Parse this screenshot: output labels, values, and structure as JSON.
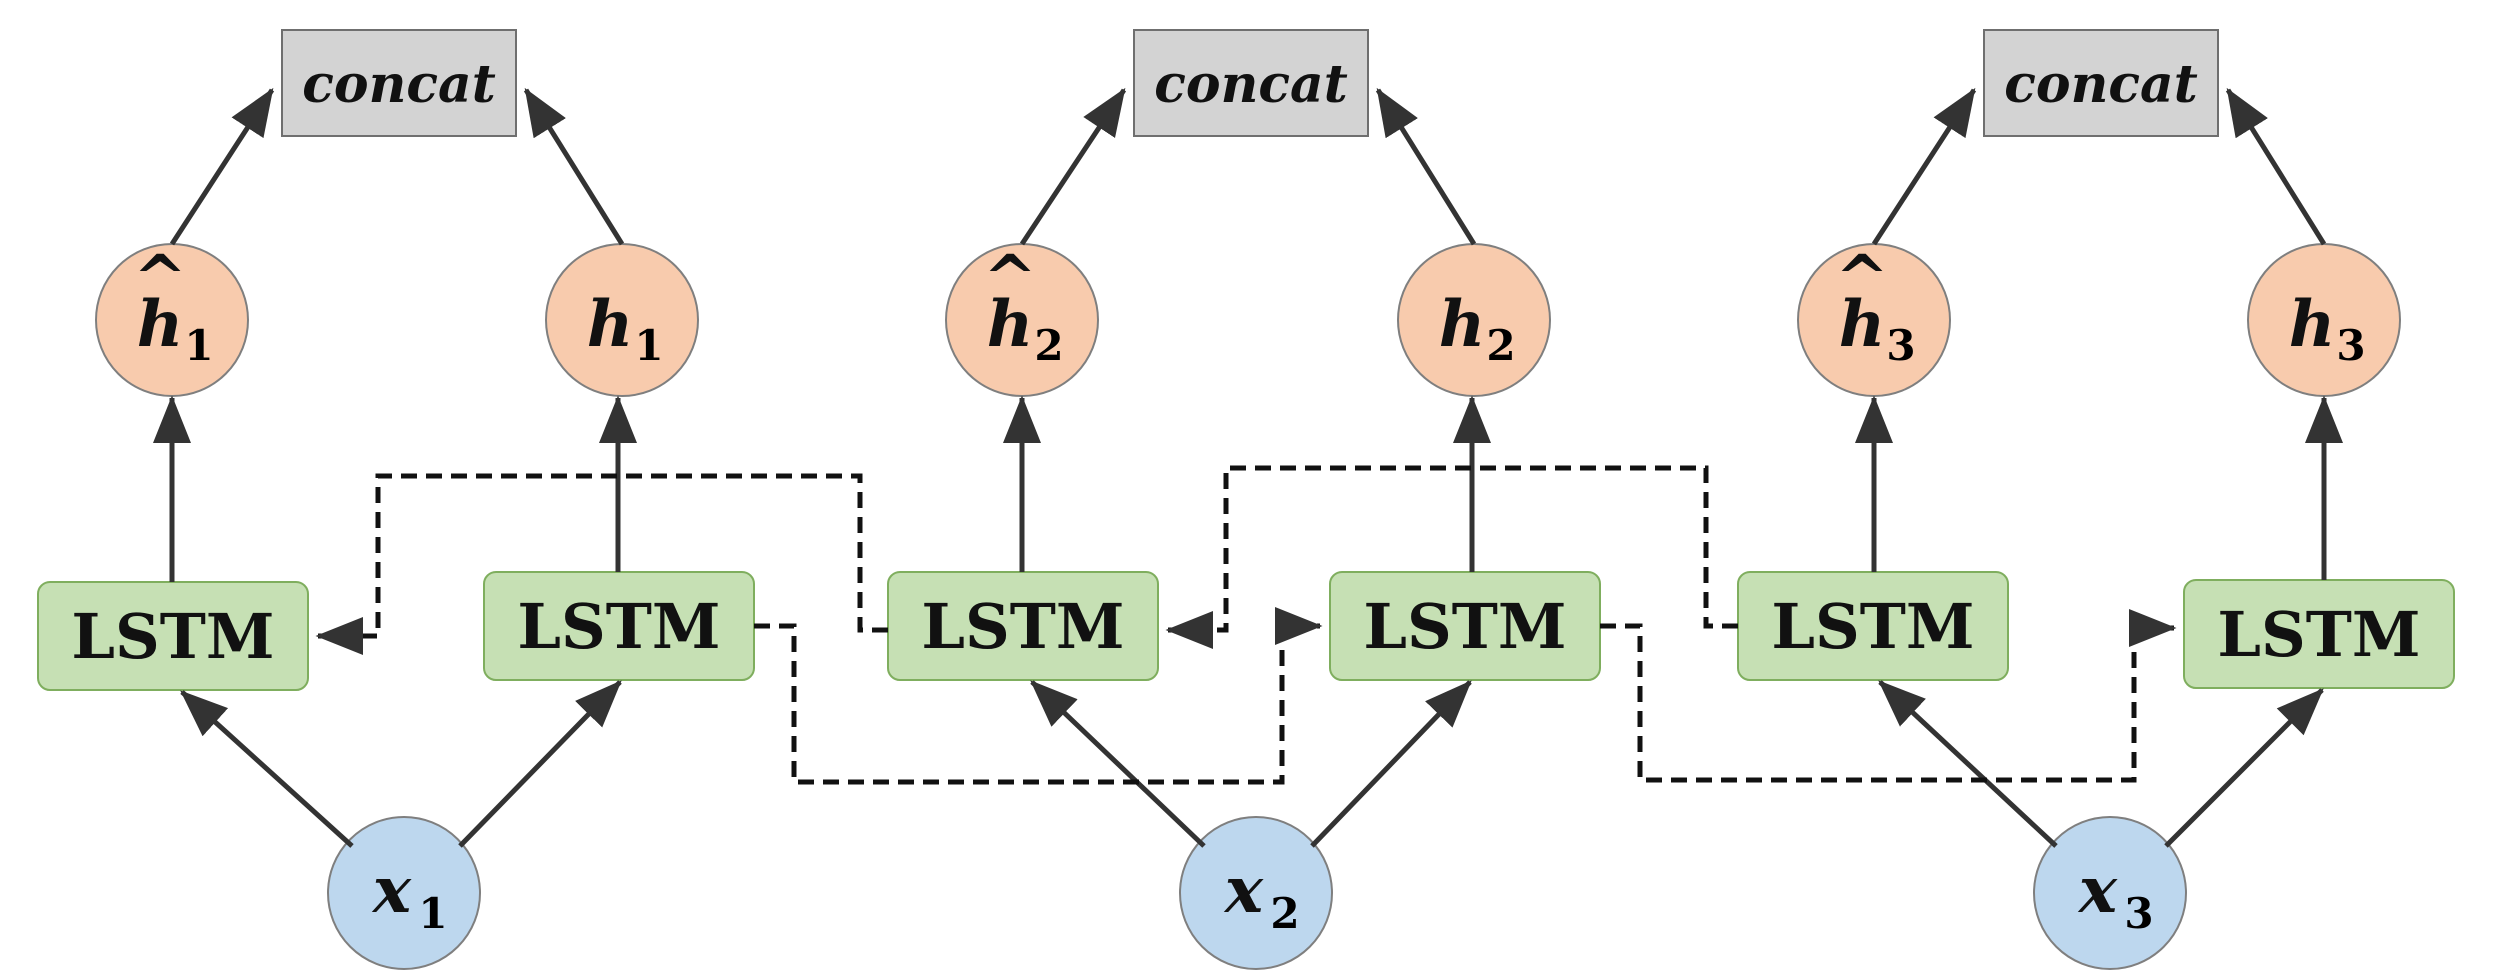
{
  "colors": {
    "concat_fill": "#d3d3d3",
    "lstm_fill": "#c6e0b4",
    "lstm_stroke": "#7fae5e",
    "hidden_fill": "#f8cbad",
    "hidden_stroke": "#7f7f7f",
    "input_fill": "#bdd7ee",
    "input_stroke": "#7f7f7f",
    "arrow": "#333333"
  },
  "steps": [
    {
      "concat_label": "concat",
      "backward_lstm_label": "LSTM",
      "forward_lstm_label": "LSTM",
      "backward_hidden": {
        "symbol": "h",
        "hat": "^",
        "index": "1"
      },
      "forward_hidden": {
        "symbol": "h",
        "index": "1"
      },
      "input": {
        "symbol": "x",
        "index": "1"
      }
    },
    {
      "concat_label": "concat",
      "backward_lstm_label": "LSTM",
      "forward_lstm_label": "LSTM",
      "backward_hidden": {
        "symbol": "h",
        "hat": "^",
        "index": "2"
      },
      "forward_hidden": {
        "symbol": "h",
        "index": "2"
      },
      "input": {
        "symbol": "x",
        "index": "2"
      }
    },
    {
      "concat_label": "concat",
      "backward_lstm_label": "LSTM",
      "forward_lstm_label": "LSTM",
      "backward_hidden": {
        "symbol": "h",
        "hat": "^",
        "index": "3"
      },
      "forward_hidden": {
        "symbol": "h",
        "index": "3"
      },
      "input": {
        "symbol": "x",
        "index": "3"
      }
    }
  ]
}
